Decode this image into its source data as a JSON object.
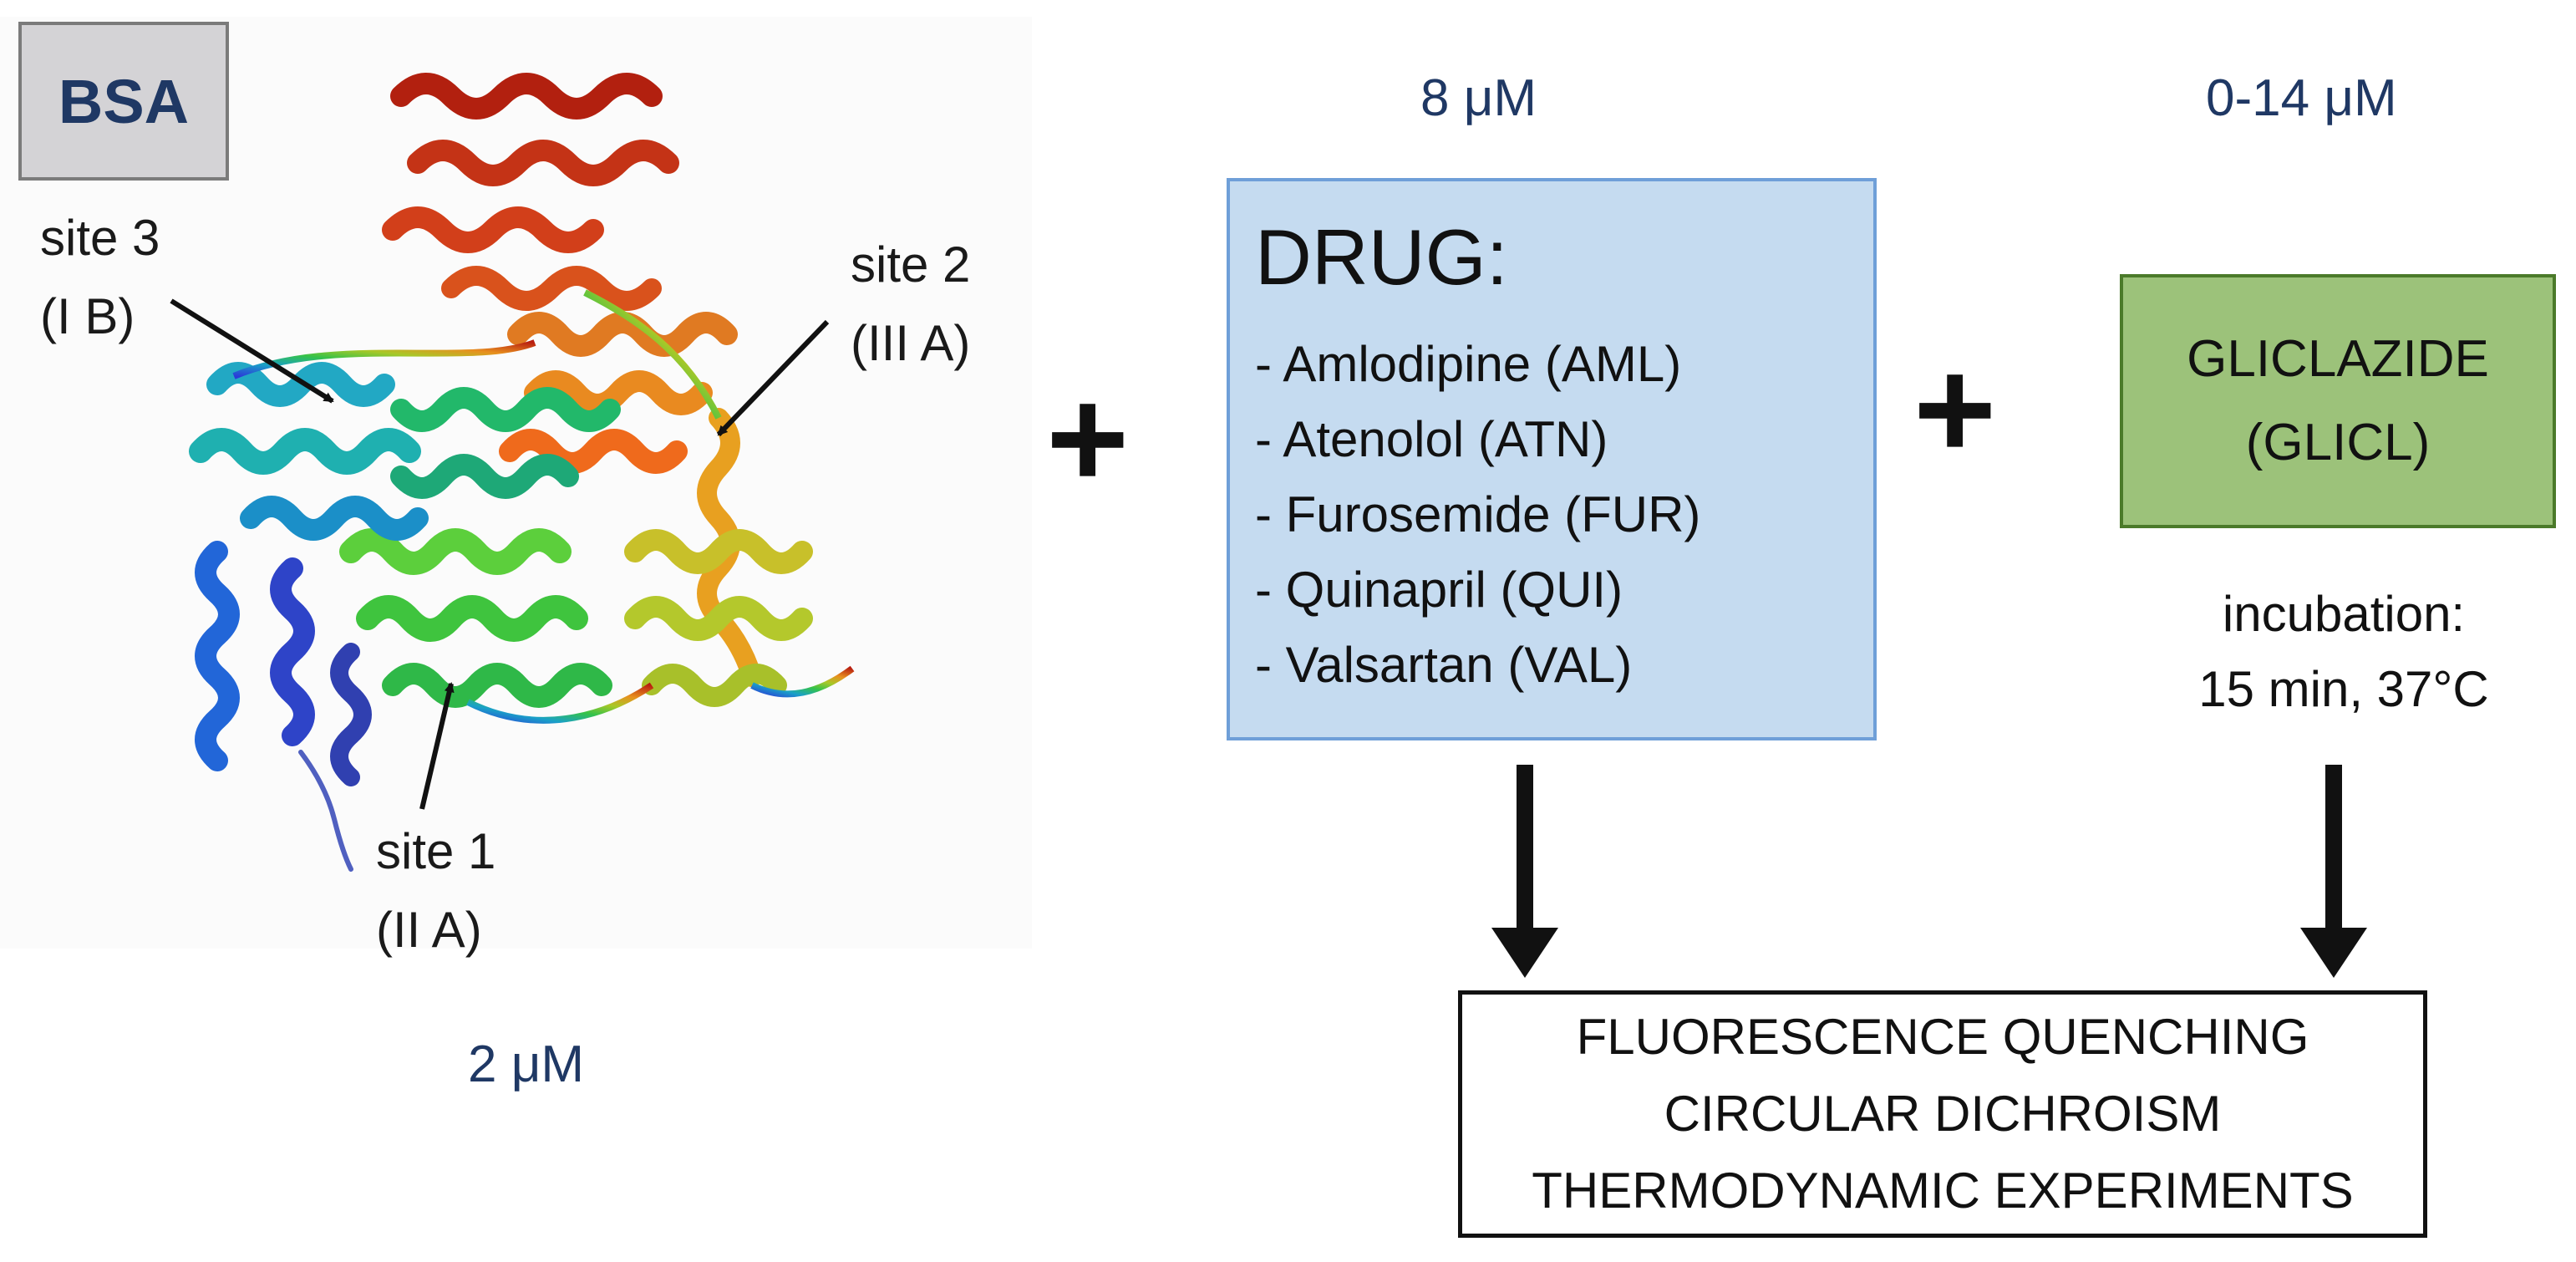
{
  "protein": {
    "name": "BSA",
    "concentration": "2 μM",
    "sites": [
      {
        "line1": "site 3",
        "line2": "(I B)"
      },
      {
        "line1": "site 2",
        "line2": "(III A)"
      },
      {
        "line1": "site 1",
        "line2": "(II A)"
      }
    ]
  },
  "plus_sign": "+",
  "drug": {
    "concentration": "8 μM",
    "title": "DRUG:",
    "items": [
      "- Amlodipine (AML)",
      "- Atenolol (ATN)",
      "- Furosemide (FUR)",
      "- Quinapril (QUI)",
      "- Valsartan (VAL)"
    ]
  },
  "gliclazide": {
    "concentration": "0-14 μM",
    "line1": "GLICLAZIDE",
    "line2": "(GLICL)",
    "incubation_line1": "incubation:",
    "incubation_line2": "15 min, 37°C"
  },
  "methods": [
    "FLUORESCENCE QUENCHING",
    "CIRCULAR DICHROISM",
    "THERMODYNAMIC EXPERIMENTS"
  ],
  "colors": {
    "bsa_text": "#1f3864",
    "drug_box_fill": "#c5dbf0",
    "drug_box_border": "#6f9fd8",
    "gliclazide_box_fill": "#9cc27a",
    "gliclazide_box_border": "#4b7a2a"
  }
}
